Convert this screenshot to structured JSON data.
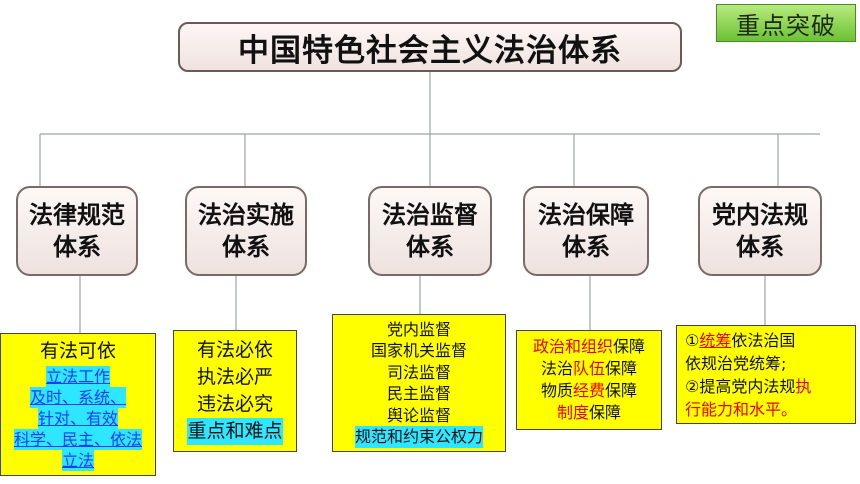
{
  "title": "中国特色社会主义法治体系",
  "badge": "重点突破",
  "categories": [
    {
      "line1": "法律规范",
      "line2": "体系"
    },
    {
      "line1": "法治实施",
      "line2": "体系"
    },
    {
      "line1": "法治监督",
      "line2": "体系"
    },
    {
      "line1": "法治保障",
      "line2": "体系"
    },
    {
      "line1": "党内法规",
      "line2": "体系"
    }
  ],
  "box1": {
    "head": "有法可依",
    "l1": "立法工作",
    "l2": "及时、系统、",
    "l3": "针对、有效",
    "l4": "科学、民主、依法",
    "l5": "立法"
  },
  "box2": {
    "l1": "有法必依",
    "l2": "执法必严",
    "l3": "违法必究",
    "l4": "重点和难点"
  },
  "box3": {
    "l1": "党内监督",
    "l2": "国家机关监督",
    "l3": "司法监督",
    "l4": "民主监督",
    "l5": "舆论监督",
    "l6": "规范和约束公权力"
  },
  "box4": {
    "r1a": "政治和组织",
    "r1b": "保障",
    "r2a": "法治",
    "r2b": "队伍",
    "r2c": "保障",
    "r3a": "物质",
    "r3b": "经费",
    "r3c": "保障",
    "r4a": "制度",
    "r4b": "保障"
  },
  "box5": {
    "r1a": "①",
    "r1b": "统筹",
    "r1c": "依法治国",
    "r2": "依规治党统筹;",
    "r3a": "②提高党内法规",
    "r3b": "执",
    "r4": "行能力和水平。"
  },
  "colors": {
    "highlight_yellow": "#ffff00",
    "highlight_cyan": "#2ee6ff",
    "link_blue": "#1a3cff",
    "emphasis_red": "#e60000",
    "badge_green": "#6cc136"
  }
}
